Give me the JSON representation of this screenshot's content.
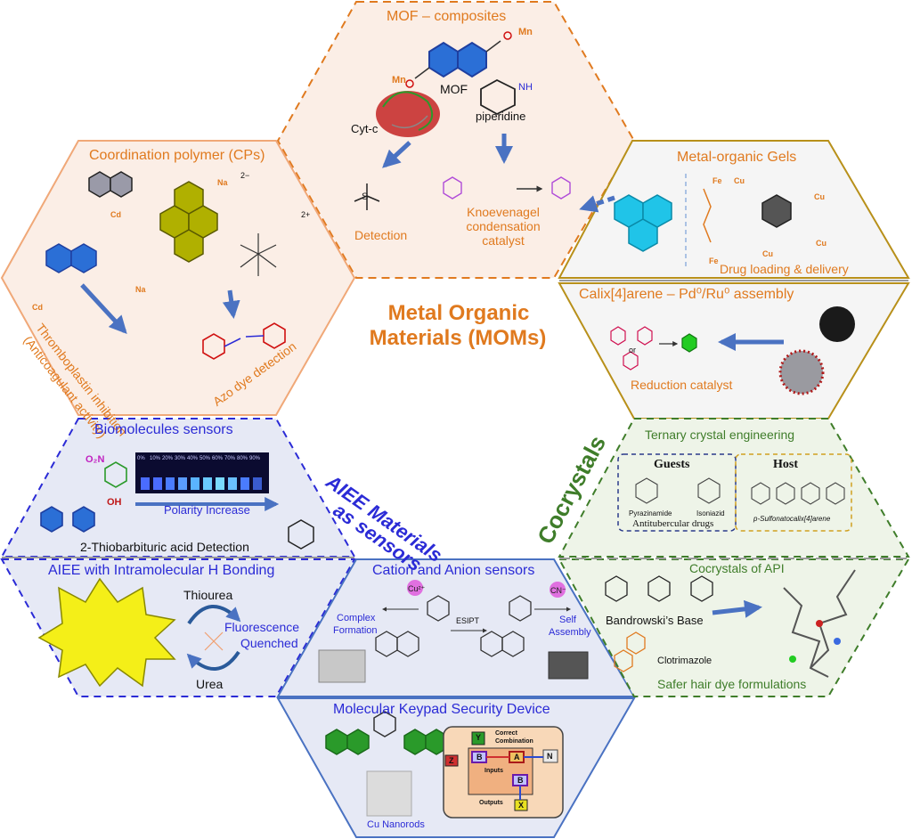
{
  "center": {
    "title_line1": "Metal Organic",
    "title_line2": "Materials (MOMs)",
    "aiee_line1": "AIEE Materials",
    "aiee_line2": "as sensors",
    "cocrystals": "Cocrystals"
  },
  "mof": {
    "title": "MOF – composites",
    "mn1": "Mn",
    "mn2": "Mn",
    "mof_label": "MOF",
    "cytc": "Cyt-c",
    "piperidine": "piperidine",
    "nh": "NH",
    "detection": "Detection",
    "knoev_line1": "Knoevenagel",
    "knoev_line2": "condensation",
    "knoev_line3": "catalyst"
  },
  "cp": {
    "title": "Coordination polymer (CPs)",
    "thrombo_line1": "Thromboplastin inhibition",
    "thrombo_line2": "(Anticoagulant activity)",
    "azo": "Azo dye detection",
    "cd1": "Cd",
    "cd2": "Cd",
    "na1": "Na",
    "na2": "Na",
    "charge1": "2−",
    "charge2": "2+"
  },
  "gels": {
    "title": "Metal-organic Gels",
    "drug": "Drug loading & delivery",
    "fe1": "Fe",
    "fe2": "Fe",
    "cu1": "Cu",
    "cu2": "Cu",
    "cu3": "Cu",
    "cu4": "Cu"
  },
  "calix": {
    "title": "Calix[4]arene – Pd⁰/Ru⁰  assembly",
    "reduction": "Reduction catalyst",
    "or": "or"
  },
  "bio": {
    "title": "Biomolecules sensors",
    "polarity": "Polarity Increase",
    "thio": "2-Thiobarbituric acid Detection",
    "no2": "O₂N",
    "oh": "OH",
    "percent_labels": [
      "0%",
      "10%",
      "20%",
      "30%",
      "40%",
      "50%",
      "60%",
      "70%",
      "80%",
      "90%"
    ]
  },
  "ternary": {
    "title": "Ternary crystal engineering",
    "guests": "Guests",
    "host": "Host",
    "pyrazinamide": "Pyrazinamide",
    "isoniazid": "Isoniazid",
    "antitub": "Antitubercular drugs",
    "sulfonato": "p-Sulfonatocalix[4]arene"
  },
  "aiee_h": {
    "title": "AIEE with Intramolecular H Bonding",
    "thiourea": "Thiourea",
    "urea": "Urea",
    "fluor_line1": "Fluorescence",
    "fluor_line2": "Quenched"
  },
  "cation": {
    "title": "Cation and Anion sensors",
    "complex_line1": "Complex",
    "complex_line2": "Formation",
    "esipt": "ESIPT",
    "self_line1": "Self",
    "self_line2": "Assembly",
    "cu": "Cu²⁺",
    "cn": "CN⁻"
  },
  "api": {
    "title": "Cocrystals of API",
    "bandrowski": "Bandrowski’s Base",
    "clotrimazole": "Clotrimazole",
    "safer": "Safer hair dye formulations"
  },
  "keypad": {
    "title": "Molecular Keypad Security Device",
    "nanorods": "Cu Nanorods",
    "correct_line1": "Correct",
    "correct_line2": "Combination",
    "inputs": "Inputs",
    "outputs": "Outputs",
    "key_y": "Y",
    "key_b1": "B",
    "key_a": "A",
    "key_n": "N",
    "key_z": "Z",
    "key_b2": "B",
    "key_x": "X"
  },
  "colors": {
    "orange": "#e07a1f",
    "blue": "#2b2bd6",
    "green": "#3f7d2a",
    "gold": "#b8901a",
    "gray": "#9a9a9a",
    "arrow": "#4a72c2"
  }
}
